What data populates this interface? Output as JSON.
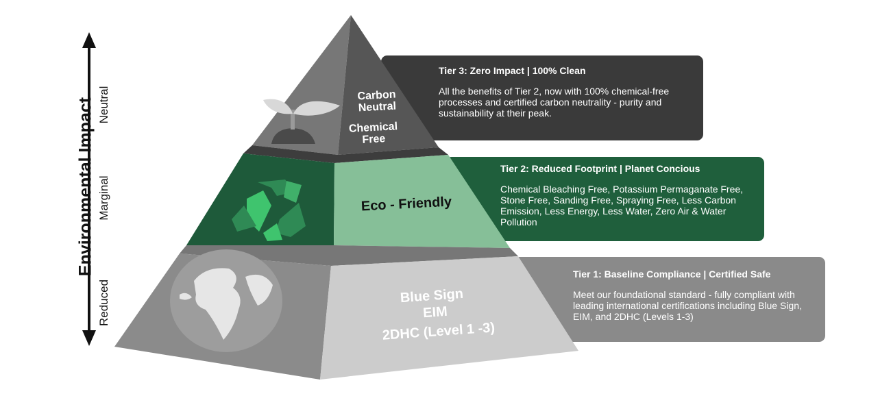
{
  "axis": {
    "title": "Environmental Impact",
    "levels": [
      "Neutral",
      "Marginal",
      "Reduced"
    ]
  },
  "pyramid": {
    "top": {
      "label_1": "Carbon Neutral",
      "label_2": "Chemical Free",
      "icon": "sprout-icon"
    },
    "middle": {
      "label": "Eco - Friendly",
      "icon": "recycle-icon"
    },
    "bottom": {
      "label_1": "Blue Sign",
      "label_2": "EIM",
      "label_3": "2DHC (Level 1 -3)",
      "icon": "globe-icon"
    }
  },
  "tiers": [
    {
      "heading": "Tier 3: Zero Impact | 100% Clean",
      "body": "All the benefits of Tier 2, now with 100% chemical-free processes and certified carbon neutrality - purity and sustainability at their peak.",
      "color": "#3a3a3a"
    },
    {
      "heading": "Tier 2: Reduced Footprint | Planet Concious",
      "body": "Chemical Bleaching Free, Potassium Permaganate Free, Stone Free, Sanding Free, Spraying Free, Less Carbon Emission, Less Energy, Less Water, Zero Air & Water Pollution",
      "color": "#1f5f3c"
    },
    {
      "heading": "Tier 1: Baseline Compliance | Certified Safe",
      "body": "Meet our foundational standard - fully compliant with leading international certifications including Blue Sign, EIM, and 2DHC (Levels 1-3)",
      "color": "#8a8a8a"
    }
  ]
}
